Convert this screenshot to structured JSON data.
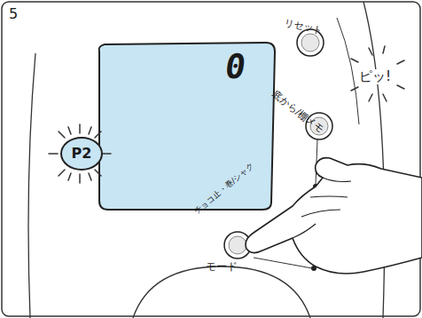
{
  "diagram": {
    "nodes": [
      {
        "text": [
          "0"
        ]
      },
      {
        "text": [
          "P2"
        ],
        "in": 0
      }
    ],
    "labels": [
      "5",
      "リセット",
      "ピッ!",
      "底から/棚メモ",
      "チョコ止・巻/シャク",
      "モード"
    ]
  }
}
